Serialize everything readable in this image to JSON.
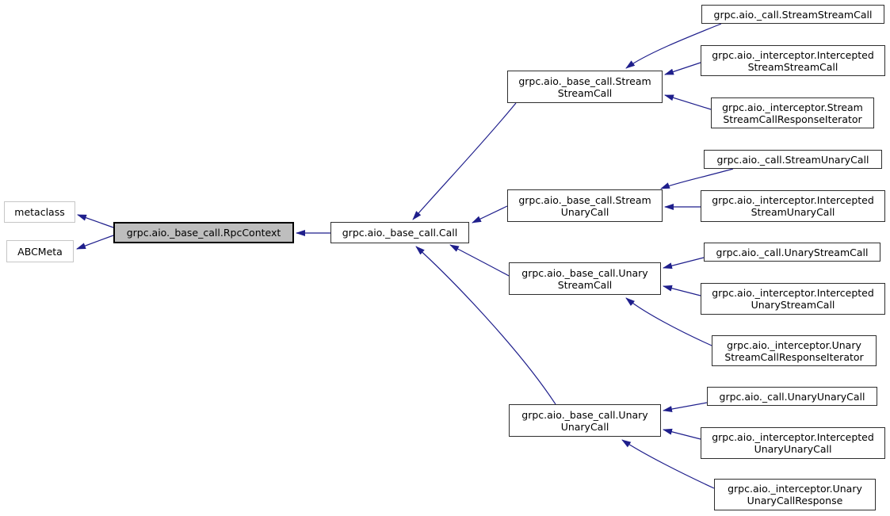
{
  "colors": {
    "background": "#ffffff",
    "edge": "#1f1f8c",
    "node_border": "#2e2e2e",
    "external_node_border": "#c6c6c6",
    "current_node_fill": "#bebebe",
    "text": "#000000"
  },
  "nodes": [
    {
      "id": "metaclass",
      "kind": "external",
      "label": "metaclass",
      "lines": [
        "metaclass"
      ]
    },
    {
      "id": "abc-meta",
      "kind": "external",
      "label": "ABCMeta",
      "lines": [
        "ABCMeta"
      ]
    },
    {
      "id": "rpc-context",
      "kind": "current",
      "label": "grpc.aio._base_call.RpcContext",
      "lines": [
        "grpc.aio._base_call.RpcContext"
      ]
    },
    {
      "id": "call",
      "kind": "class",
      "label": "grpc.aio._base_call.Call",
      "lines": [
        "grpc.aio._base_call.Call"
      ]
    },
    {
      "id": "base-stream-stream-call",
      "kind": "class",
      "label": "grpc.aio._base_call.StreamStreamCall",
      "lines": [
        "grpc.aio._base_call.Stream",
        "StreamCall"
      ]
    },
    {
      "id": "base-stream-unary-call",
      "kind": "class",
      "label": "grpc.aio._base_call.StreamUnaryCall",
      "lines": [
        "grpc.aio._base_call.Stream",
        "UnaryCall"
      ]
    },
    {
      "id": "base-unary-stream-call",
      "kind": "class",
      "label": "grpc.aio._base_call.UnaryStreamCall",
      "lines": [
        "grpc.aio._base_call.Unary",
        "StreamCall"
      ]
    },
    {
      "id": "base-unary-unary-call",
      "kind": "class",
      "label": "grpc.aio._base_call.UnaryUnaryCall",
      "lines": [
        "grpc.aio._base_call.Unary",
        "UnaryCall"
      ]
    },
    {
      "id": "call-stream-stream-call",
      "kind": "class",
      "label": "grpc.aio._call.StreamStreamCall",
      "lines": [
        "grpc.aio._call.StreamStreamCall"
      ]
    },
    {
      "id": "intercepted-stream-stream-call",
      "kind": "class",
      "label": "grpc.aio._interceptor.InterceptedStreamStreamCall",
      "lines": [
        "grpc.aio._interceptor.Intercepted",
        "StreamStreamCall"
      ]
    },
    {
      "id": "stream-stream-call-response-iterator",
      "kind": "class",
      "label": "grpc.aio._interceptor.StreamStreamCallResponseIterator",
      "lines": [
        "grpc.aio._interceptor.Stream",
        "StreamCallResponseIterator"
      ]
    },
    {
      "id": "call-stream-unary-call",
      "kind": "class",
      "label": "grpc.aio._call.StreamUnaryCall",
      "lines": [
        "grpc.aio._call.StreamUnaryCall"
      ]
    },
    {
      "id": "intercepted-stream-unary-call",
      "kind": "class",
      "label": "grpc.aio._interceptor.InterceptedStreamUnaryCall",
      "lines": [
        "grpc.aio._interceptor.Intercepted",
        "StreamUnaryCall"
      ]
    },
    {
      "id": "call-unary-stream-call",
      "kind": "class",
      "label": "grpc.aio._call.UnaryStreamCall",
      "lines": [
        "grpc.aio._call.UnaryStreamCall"
      ]
    },
    {
      "id": "intercepted-unary-stream-call",
      "kind": "class",
      "label": "grpc.aio._interceptor.InterceptedUnaryStreamCall",
      "lines": [
        "grpc.aio._interceptor.Intercepted",
        "UnaryStreamCall"
      ]
    },
    {
      "id": "unary-stream-call-response-iterator",
      "kind": "class",
      "label": "grpc.aio._interceptor.UnaryStreamCallResponseIterator",
      "lines": [
        "grpc.aio._interceptor.Unary",
        "StreamCallResponseIterator"
      ]
    },
    {
      "id": "call-unary-unary-call",
      "kind": "class",
      "label": "grpc.aio._call.UnaryUnaryCall",
      "lines": [
        "grpc.aio._call.UnaryUnaryCall"
      ]
    },
    {
      "id": "intercepted-unary-unary-call",
      "kind": "class",
      "label": "grpc.aio._interceptor.InterceptedUnaryUnaryCall",
      "lines": [
        "grpc.aio._interceptor.Intercepted",
        "UnaryUnaryCall"
      ]
    },
    {
      "id": "unary-unary-call-response",
      "kind": "class",
      "label": "grpc.aio._interceptor.UnaryUnaryCallResponse",
      "lines": [
        "grpc.aio._interceptor.Unary",
        "UnaryCallResponse"
      ]
    }
  ],
  "edges": [
    {
      "from": "rpc-context",
      "to": "metaclass"
    },
    {
      "from": "rpc-context",
      "to": "abc-meta"
    },
    {
      "from": "call",
      "to": "rpc-context"
    },
    {
      "from": "base-stream-stream-call",
      "to": "call"
    },
    {
      "from": "base-stream-unary-call",
      "to": "call"
    },
    {
      "from": "base-unary-stream-call",
      "to": "call"
    },
    {
      "from": "base-unary-unary-call",
      "to": "call"
    },
    {
      "from": "call-stream-stream-call",
      "to": "base-stream-stream-call"
    },
    {
      "from": "intercepted-stream-stream-call",
      "to": "base-stream-stream-call"
    },
    {
      "from": "stream-stream-call-response-iterator",
      "to": "base-stream-stream-call"
    },
    {
      "from": "call-stream-unary-call",
      "to": "base-stream-unary-call"
    },
    {
      "from": "intercepted-stream-unary-call",
      "to": "base-stream-unary-call"
    },
    {
      "from": "call-unary-stream-call",
      "to": "base-unary-stream-call"
    },
    {
      "from": "intercepted-unary-stream-call",
      "to": "base-unary-stream-call"
    },
    {
      "from": "unary-stream-call-response-iterator",
      "to": "base-unary-stream-call"
    },
    {
      "from": "call-unary-unary-call",
      "to": "base-unary-unary-call"
    },
    {
      "from": "intercepted-unary-unary-call",
      "to": "base-unary-unary-call"
    },
    {
      "from": "unary-unary-call-response",
      "to": "base-unary-unary-call"
    }
  ]
}
